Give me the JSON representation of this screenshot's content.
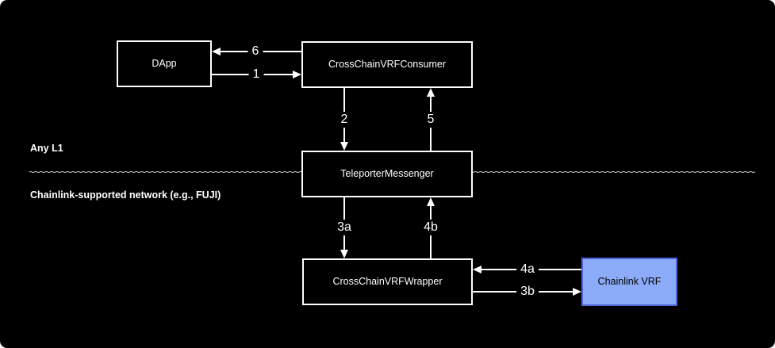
{
  "regions": {
    "top": {
      "label": "Any L1"
    },
    "bottom": {
      "label": "Chainlink-supported network (e.g., FUJI)"
    }
  },
  "nodes": {
    "dapp": {
      "label": "DApp"
    },
    "consumer": {
      "label": "CrossChainVRFConsumer"
    },
    "teleporter": {
      "label": "TeleporterMessenger"
    },
    "wrapper": {
      "label": "CrossChainVRFWrapper"
    },
    "chainlink_vrf": {
      "label": "Chainlink VRF",
      "fill": "#8CABF8",
      "border": "#4D66D9",
      "text_color": "#000000"
    }
  },
  "arrows": {
    "step1": {
      "label": "1",
      "from": "DApp",
      "to": "CrossChainVRFConsumer"
    },
    "step2": {
      "label": "2",
      "from": "CrossChainVRFConsumer",
      "to": "TeleporterMessenger"
    },
    "step3a": {
      "label": "3a",
      "from": "TeleporterMessenger",
      "to": "CrossChainVRFWrapper"
    },
    "step3b": {
      "label": "3b",
      "from": "CrossChainVRFWrapper",
      "to": "Chainlink VRF"
    },
    "step4a": {
      "label": "4a",
      "from": "Chainlink VRF",
      "to": "CrossChainVRFWrapper"
    },
    "step4b": {
      "label": "4b",
      "from": "CrossChainVRFWrapper",
      "to": "TeleporterMessenger"
    },
    "step5": {
      "label": "5",
      "from": "TeleporterMessenger",
      "to": "CrossChainVRFConsumer"
    },
    "step6": {
      "label": "6",
      "from": "CrossChainVRFConsumer",
      "to": "DApp"
    }
  },
  "colors": {
    "background": "#000000",
    "page": "#ffffff",
    "line": "#ffffff",
    "divider": "#c4c4c4",
    "node_border": "#ffffff",
    "node_text": "#ffffff"
  }
}
